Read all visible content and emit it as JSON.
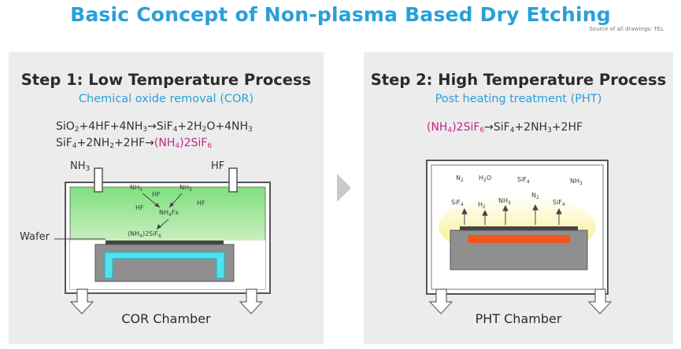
{
  "title": "Basic Concept of Non-plasma Based Dry Etching",
  "source": "Source of all drawings: TEL",
  "colors": {
    "accent": "#2a9fd8",
    "pink": "#c0268c",
    "cyan": "#4fe3f0",
    "heater": "#f2551c"
  },
  "step1": {
    "title": "Step 1: Low Temperature Process",
    "subtitle": "Chemical oxide removal (COR)",
    "eq1": "SiO2+4HF+4NH3→SiF4+2H2O+4NH3",
    "eq2_prefix": "SiF4+2NH2+2HF→",
    "eq2_product": "(NH4)2SiF6",
    "gas_left": "NH3",
    "gas_right": "HF",
    "wafer_label": "Wafer",
    "chamber_label": "COR Chamber",
    "molecules": {
      "nh3_a": "NH3",
      "hf_a": "HF",
      "nh3_b": "NH3",
      "hf_b": "HF",
      "hf_c": "HF",
      "nh4fx": "NH4Fx",
      "product": "(NH4)2SiF6"
    }
  },
  "step2": {
    "title": "Step 2: High Temperature Process",
    "subtitle": "Post heating treatment (PHT)",
    "eq_reactant": "(NH4)2SiF6",
    "eq_rest": "→SiF4+2NH3+2HF",
    "chamber_label": "PHT Chamber",
    "species": {
      "n2_a": "N2",
      "h2o": "H2O",
      "sif4_a": "SiF4",
      "nh3_a": "NH3",
      "sif4_b": "SiF4",
      "h2": "H2",
      "nh3_b": "NH3",
      "n2_b": "N2",
      "sif4_c": "SiF4"
    }
  }
}
